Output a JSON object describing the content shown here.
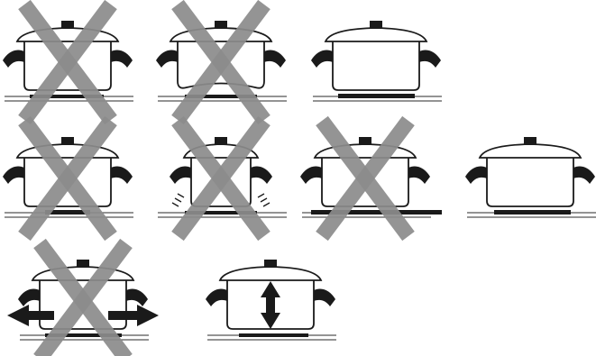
{
  "colors": {
    "background": "#ffffff",
    "pot_outline": "#1a1a1a",
    "pot_fill": "#ffffff",
    "handle": "#1a1a1a",
    "cooktop_line": "#555555",
    "cooking_zone": "#1a1a1a",
    "cross": "#8c8c8c"
  },
  "figures": [
    {
      "variant": "zone-too-small",
      "status": "incorrect"
    },
    {
      "variant": "warped-bottom",
      "status": "incorrect"
    },
    {
      "variant": "correct",
      "status": "correct"
    },
    {
      "variant": "zone-too-small",
      "status": "incorrect"
    },
    {
      "variant": "wobbly-uneven",
      "status": "incorrect"
    },
    {
      "variant": "pot-too-small",
      "status": "incorrect"
    },
    {
      "variant": "correct",
      "status": "correct"
    },
    {
      "variant": "off-center",
      "status": "incorrect"
    },
    {
      "variant": "correct-with-height-arrow",
      "status": "correct"
    }
  ]
}
